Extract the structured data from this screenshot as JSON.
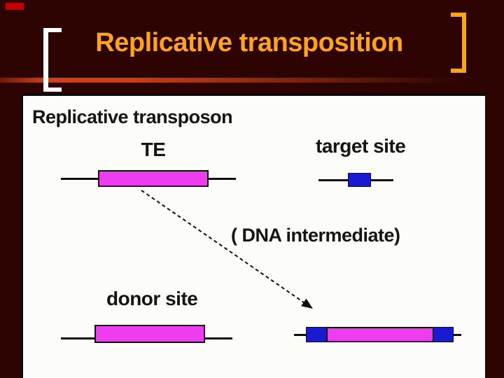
{
  "slide": {
    "title": "Replicative transposition",
    "colors": {
      "background": "#2D0402",
      "title_text": "#FFA21C",
      "accent_line": "#D03C0E",
      "corner_mark": "#C40000",
      "left_bracket": "#FFFFFF",
      "right_bracket": "#F9A51D",
      "panel_background": "#FCFCF8",
      "transposon_magenta": "#EE3DEE",
      "target_site_blue": "#1A1AD0",
      "diagram_ink": "#101010"
    }
  },
  "diagram": {
    "heading": "Replicative transposon",
    "te_label": "TE",
    "target_site_label": "target site",
    "dna_intermediate_label": "( DNA intermediate)",
    "donor_site_label": "donor site"
  }
}
